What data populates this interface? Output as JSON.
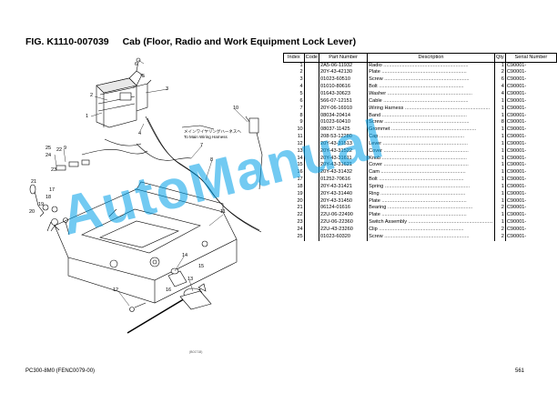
{
  "header": {
    "figure_code": "FIG. K1110-007039",
    "figure_title": "Cab (Floor, Radio and Work Equipment Lock Lever)"
  },
  "table": {
    "columns": [
      "Index",
      "Code",
      "Part Number",
      "Description",
      "Qty",
      "Serial Number"
    ],
    "rows": [
      {
        "index": "1",
        "code": "",
        "part": "2A5-06-11932",
        "desc": "Radio",
        "qty": "1",
        "serial": "C90001-"
      },
      {
        "index": "2",
        "code": "",
        "part": "20Y-43-42130",
        "desc": "Plate",
        "qty": "2",
        "serial": "C90001-"
      },
      {
        "index": "3",
        "code": "",
        "part": "01023-60510",
        "desc": "Screw",
        "qty": "6",
        "serial": "C90001-"
      },
      {
        "index": "4",
        "code": "",
        "part": "01010-80616",
        "desc": "Bolt",
        "qty": "4",
        "serial": "C90001-"
      },
      {
        "index": "5",
        "code": "",
        "part": "01643-30623",
        "desc": "Washer",
        "qty": "4",
        "serial": "C90001-"
      },
      {
        "index": "6",
        "code": "",
        "part": "566-07-12151",
        "desc": "Cable",
        "qty": "1",
        "serial": "C90001-"
      },
      {
        "index": "7",
        "code": "",
        "part": "20Y-06-16910",
        "desc": "Wiring Harness",
        "qty": "1",
        "serial": "C90001-"
      },
      {
        "index": "8",
        "code": "",
        "part": "08034-20414",
        "desc": "Band",
        "qty": "1",
        "serial": "C90001-"
      },
      {
        "index": "9",
        "code": "",
        "part": "01023-60410",
        "desc": "Screw",
        "qty": "8",
        "serial": "C90001-"
      },
      {
        "index": "10",
        "code": "",
        "part": "08037-11425",
        "desc": "Grommet",
        "qty": "1",
        "serial": "C90001-"
      },
      {
        "index": "11",
        "code": "",
        "part": "208-53-12280",
        "desc": "Cap",
        "qty": "1",
        "serial": "C90001-"
      },
      {
        "index": "12",
        "code": "",
        "part": "20Y-43-31513",
        "desc": "Lever",
        "qty": "1",
        "serial": "C90001-"
      },
      {
        "index": "13",
        "code": "",
        "part": "20Y-43-31522",
        "desc": "Cover",
        "qty": "1",
        "serial": "C90001-"
      },
      {
        "index": "14",
        "code": "",
        "part": "20Y-43-31611",
        "desc": "Knob",
        "qty": "1",
        "serial": "C90001-"
      },
      {
        "index": "15",
        "code": "",
        "part": "20Y-43-31621",
        "desc": "Cover",
        "qty": "1",
        "serial": "C90001-"
      },
      {
        "index": "16",
        "code": "",
        "part": "20Y-43-31432",
        "desc": "Cam",
        "qty": "1",
        "serial": "C90001-"
      },
      {
        "index": "17",
        "code": "",
        "part": "01252-70616",
        "desc": "Bolt",
        "qty": "1",
        "serial": "C90001-"
      },
      {
        "index": "18",
        "code": "",
        "part": "20Y-43-31421",
        "desc": "Spring",
        "qty": "1",
        "serial": "C90001-"
      },
      {
        "index": "19",
        "code": "",
        "part": "20Y-43-31440",
        "desc": "Ring",
        "qty": "1",
        "serial": "C90001-"
      },
      {
        "index": "20",
        "code": "",
        "part": "20Y-43-31450",
        "desc": "Plate",
        "qty": "1",
        "serial": "C90001-"
      },
      {
        "index": "21",
        "code": "",
        "part": "06124-01616",
        "desc": "Bearing",
        "qty": "2",
        "serial": "C90001-"
      },
      {
        "index": "22",
        "code": "",
        "part": "22U-06-22490",
        "desc": "Plate",
        "qty": "1",
        "serial": "C90001-"
      },
      {
        "index": "23",
        "code": "",
        "part": "22U-06-22360",
        "desc": "Switch Assembly",
        "qty": "1",
        "serial": "C90001-"
      },
      {
        "index": "24",
        "code": "",
        "part": "22U-43-23260",
        "desc": "Clip",
        "qty": "2",
        "serial": "C90001-"
      },
      {
        "index": "25",
        "code": "",
        "part": "01023-60320",
        "desc": "Screw",
        "qty": "2",
        "serial": "C90001-"
      }
    ]
  },
  "diagram": {
    "harness_label_jp": "メインワイヤリングハーネスへ",
    "harness_label_en": "To Main Wiring Harness",
    "drawing_code": "(B01718)",
    "callouts": [
      "1",
      "2",
      "3",
      "4",
      "5",
      "6",
      "7",
      "8",
      "9",
      "10",
      "11",
      "12",
      "13",
      "14",
      "15",
      "16",
      "17",
      "18",
      "19",
      "20",
      "21",
      "22",
      "23",
      "24",
      "25"
    ]
  },
  "watermark": "AutoManual",
  "footer": {
    "left": "PC300-8M0 (FENC0079-00)",
    "right": "561"
  }
}
